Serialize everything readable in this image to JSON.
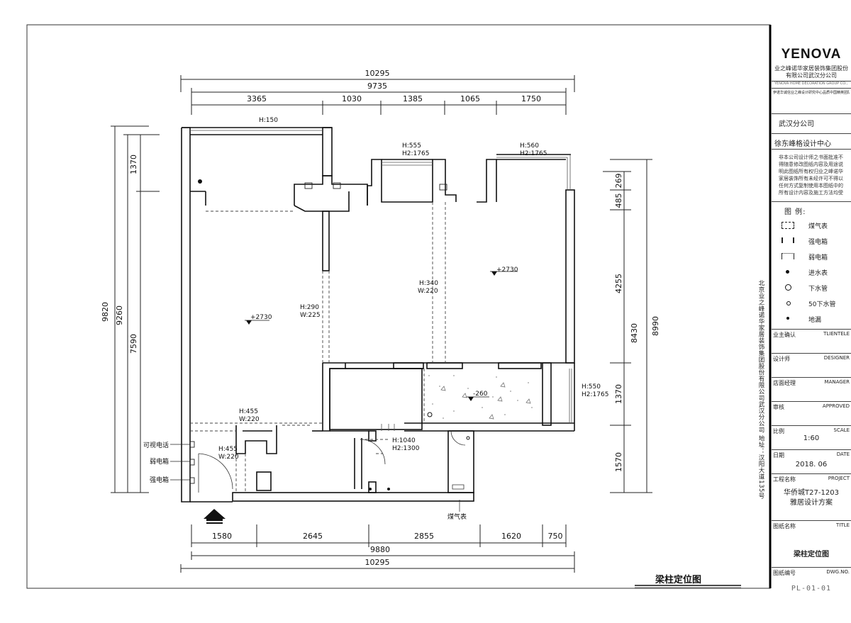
{
  "drawing": {
    "title": "梁柱定位图",
    "dims_top": {
      "total_outer": "10295",
      "total_inner": "9735",
      "segments": [
        "3365",
        "1030",
        "1385",
        "1065",
        "1750"
      ]
    },
    "dims_bottom": {
      "segments": [
        "1580",
        "2645",
        "2855",
        "1620",
        "750"
      ],
      "total_inner": "9880",
      "total_outer": "10295"
    },
    "dims_left": {
      "outer": "9820",
      "inner": "9260",
      "top": "1370",
      "main": "7590"
    },
    "dims_right": {
      "outer": "8990",
      "inner": "8430",
      "segments": [
        "269",
        "485",
        "4255",
        "1370",
        "1570"
      ]
    },
    "beams": [
      {
        "h": "H:150",
        "w": ""
      },
      {
        "h": "H:555",
        "w": "H2:1765"
      },
      {
        "h": "H:560",
        "w": "H2:1765"
      },
      {
        "h": "H:290",
        "w": "W:225"
      },
      {
        "h": "H:340",
        "w": "W:220"
      },
      {
        "h": "H:550",
        "w": "H2:1765"
      },
      {
        "h": "H:455",
        "w": "W:220"
      },
      {
        "h": "H:455",
        "w": "W:220"
      },
      {
        "h": "H:1040",
        "w": "H2:1300"
      }
    ],
    "levels": [
      "+2730",
      "+2730",
      "-260"
    ],
    "labels": {
      "video_phone": "可视电话",
      "weak_box": "弱电箱",
      "strong_box": "强电箱",
      "gas_meter": "煤气表"
    }
  },
  "title_block": {
    "logo": "YENOVA",
    "company": "业之峰诺华家居装饰集团股份有限公司武汉分公司",
    "company_en": "YENOVA HOME DECORATION GROUP CO., LTD",
    "company_line": "伊诺华诚信业之峰设计研究中心品质中国精英团队",
    "branch": "武汉分公司",
    "design_center": "徐东峰格设计中心",
    "notice": "非本公司设计师之书面批准不得随意修改图纸内容及用途说明此图纸所有权归业之峰诺华家居装饰所有未经许可不得以任何方式复制使用本图纸中的所有设计内容及施工方法均受著作权法保护",
    "legend_title": "图 例:",
    "legend": [
      {
        "icon": "gas-meter-icon",
        "label": "煤气表"
      },
      {
        "icon": "strong-box-icon",
        "label": "强电箱"
      },
      {
        "icon": "weak-box-icon",
        "label": "弱电箱"
      },
      {
        "icon": "water-inlet-icon",
        "label": "进水表"
      },
      {
        "icon": "drain-pipe-icon",
        "label": "下水管"
      },
      {
        "icon": "drain-50-icon",
        "label": "50下水管"
      },
      {
        "icon": "floor-drain-icon",
        "label": "地漏"
      }
    ],
    "fields": {
      "client_cn": "业主确认",
      "client_en": "TLIENTELE",
      "designer_cn": "设计师",
      "designer_en": "DESIGNER",
      "manager_cn": "店面经理",
      "manager_en": "MANAGER",
      "audit_cn": "审核",
      "audit_en": "APPROVED",
      "scale_cn": "比例",
      "scale_en": "SCALE",
      "scale_val": "1:60",
      "date_cn": "日期",
      "date_en": "DATE",
      "date_val": "2018. 06",
      "project_cn": "工程名称",
      "project_en": "PROJECT",
      "project_val": "华侨城T27-1203\n雅居设计方案",
      "title_cn": "图纸名称",
      "title_en": "TITLE",
      "title_val": "梁柱定位图",
      "dwg_cn": "图纸编号",
      "dwg_en": "DWG.NO.",
      "dwg_val": "PL-01-01"
    },
    "vertical_text": "北京业之峰诺华家居装饰集团股份有限公司武汉分公司   地址：汉阳大道135号"
  }
}
